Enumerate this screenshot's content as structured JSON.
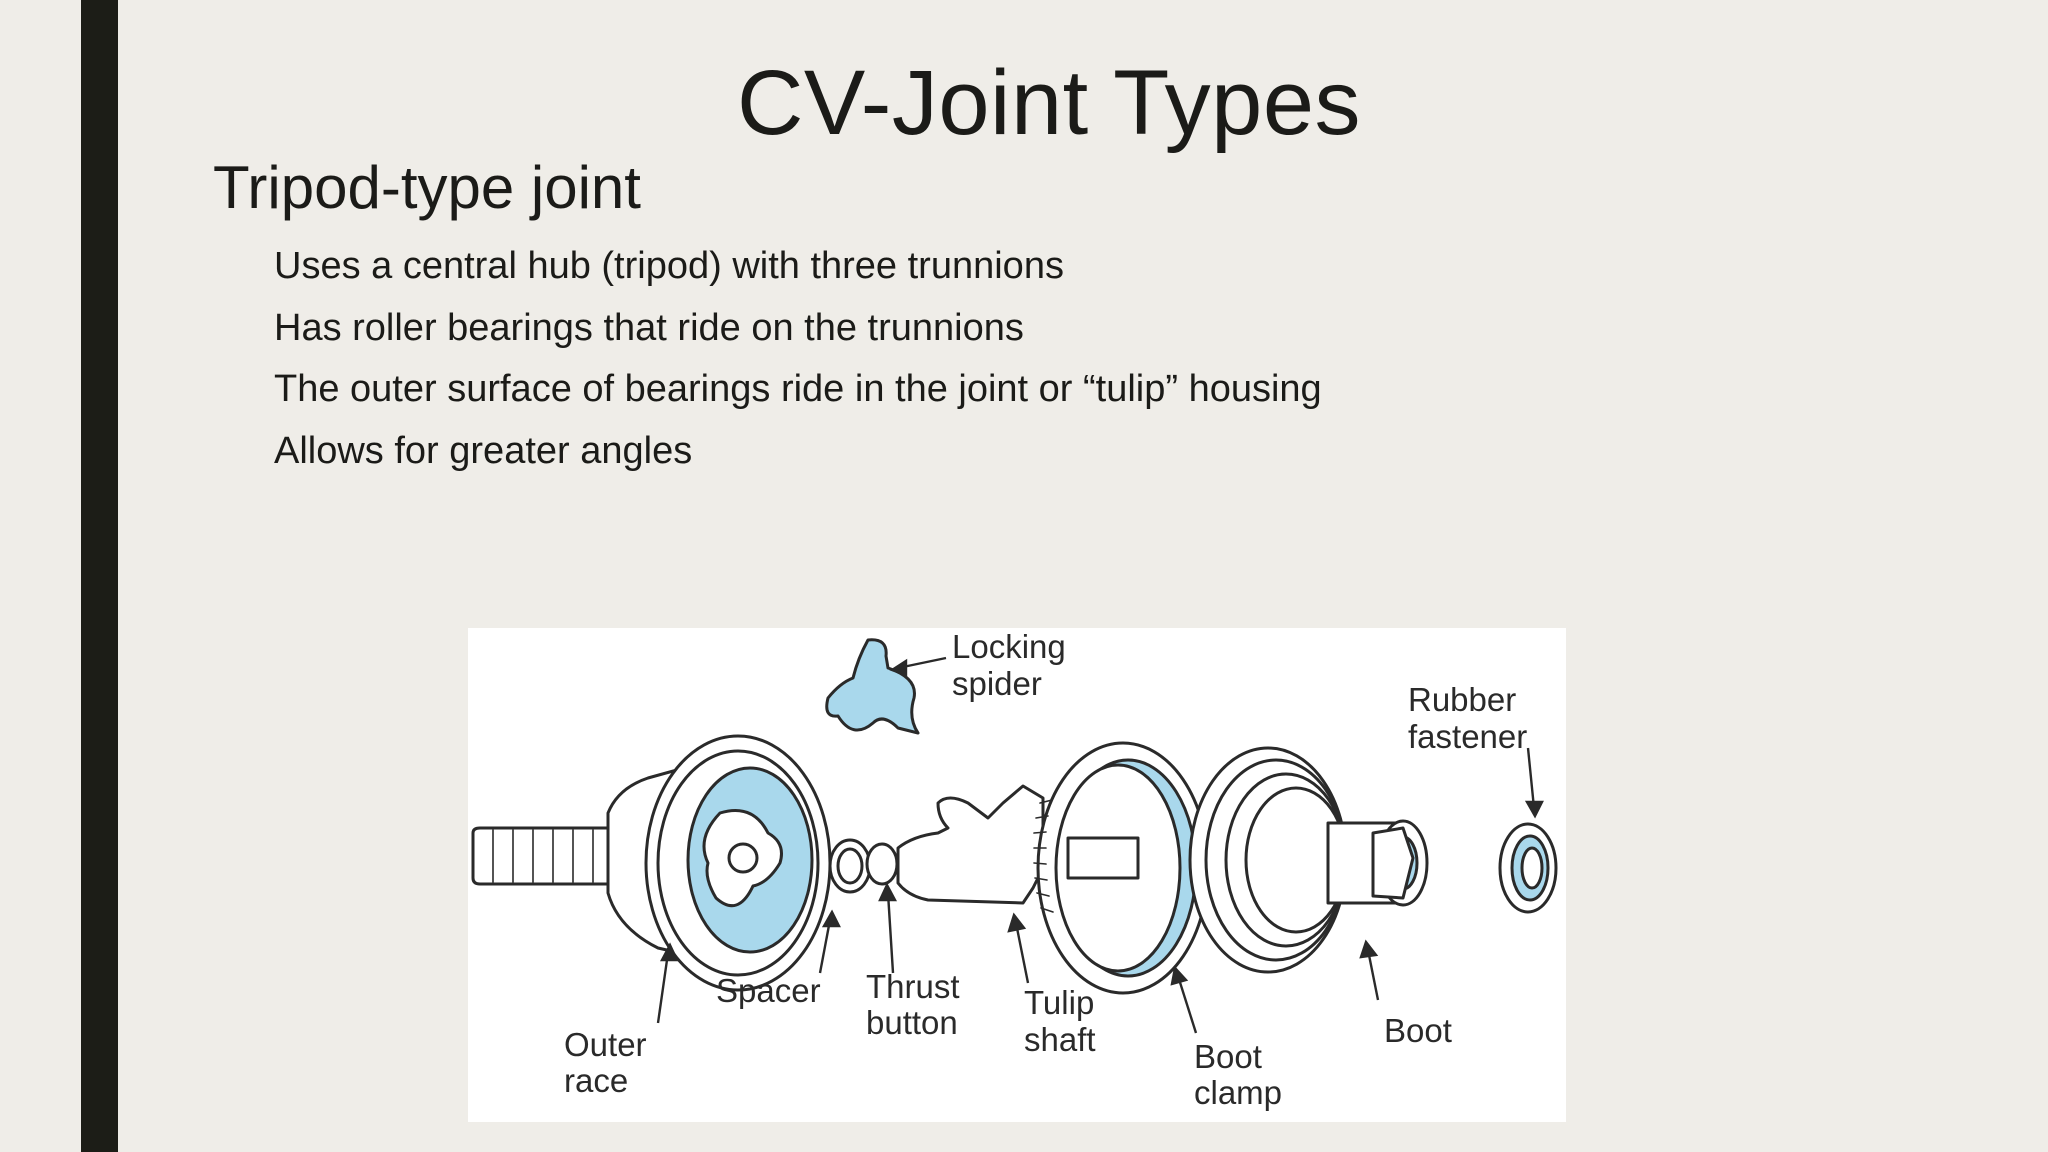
{
  "slide": {
    "title": "CV-Joint Types",
    "subheading": "Tripod-type joint",
    "bullets": [
      "Uses a central hub (tripod) with three trunnions",
      "Has roller bearings that ride on the trunnions",
      "The outer surface of bearings ride in the joint or “tulip” housing",
      "Allows for greater angles"
    ]
  },
  "figure": {
    "labels": {
      "locking_spider_1": "Locking",
      "locking_spider_2": "spider",
      "rubber_fastener_1": "Rubber",
      "rubber_fastener_2": "fastener",
      "spacer": "Spacer",
      "thrust_button_1": "Thrust",
      "thrust_button_2": "button",
      "tulip_shaft_1": "Tulip",
      "tulip_shaft_2": "shaft",
      "outer_race_1": "Outer",
      "outer_race_2": "race",
      "boot_clamp_1": "Boot",
      "boot_clamp_2": "clamp",
      "boot": "Boot"
    },
    "colors": {
      "highlight": "#a9d8ec",
      "line": "#2a2a2a"
    }
  }
}
